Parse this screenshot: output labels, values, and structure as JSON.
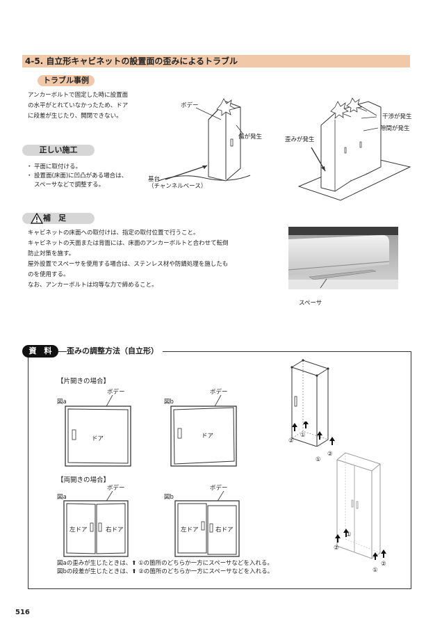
{
  "section_title": "4-5. 自立形キャビネットの設置面の歪みによるトラブル",
  "trouble": {
    "heading": "トラブル事例",
    "text": "アンカーボルトで固定した時に設置面\nの水平がとれていなかったため、ドア\nに段差が生じたり、開閉できない。"
  },
  "correct": {
    "heading": "正しい施工",
    "items": [
      "平面に取付ける。",
      "設置面(床面)に凹凸がある場合は、\nスペーサなどで調整する。"
    ]
  },
  "figure1": {
    "body_label": "ボデー",
    "damage_label": "傷が発生",
    "base_label": "基台\n（チャンネルベース）"
  },
  "figure2": {
    "interference_label": "干渉が発生",
    "gap_label": "隙間が発生",
    "distortion_label": "歪みが発生"
  },
  "supplement": {
    "heading": "補　足",
    "text": "キャビネットの床面への取付けは、指定の取付位置で行うこと。\nキャビネットの天面または背面には、床面のアンカーボルトと合わせて転倒\n防止対策を施す。\n屋外設置でスペーサを使用する場合は、ステンレス材や防錆処理を施したも\nのを使用する。\nなお、アンカーボルトは均等な力で締めること。"
  },
  "photo": {
    "spacer_label": "スペーサ"
  },
  "reference": {
    "badge": "資　料",
    "title": "歪みの調整方法（自立形）",
    "single_heading": "【片開きの場合】",
    "double_heading": "【両開きの場合】",
    "fig_a": "図a",
    "fig_b": "図b",
    "body_label": "ボデー",
    "door_label": "ドア",
    "left_door": "左ドア",
    "right_door": "右ドア",
    "note_a_prefix": "図aの歪みが生じたときは、",
    "note_a_suffix": "①の箇所のどちらか一方にスペーサなどを入れる。",
    "note_b_prefix": "図bの段差が生じたときは、",
    "note_b_suffix": "②の箇所のどちらか一方にスペーサなどを入れる。",
    "mark1": "①",
    "mark2": "②"
  },
  "page_number": "516"
}
